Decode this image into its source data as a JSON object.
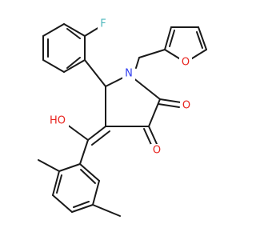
{
  "molecule": {
    "atom_labels": {
      "fluorine": "F",
      "furan_oxygen": "O",
      "nitrogen": "N",
      "hydroxyl": "HO",
      "carbonyl_oxygen_upper": "O",
      "carbonyl_oxygen_lower": "O"
    },
    "colors": {
      "bond": "#1a1a1a",
      "oxygen": "#e8231e",
      "nitrogen": "#2e3cf0",
      "fluorine": "#4fb8bd"
    }
  }
}
